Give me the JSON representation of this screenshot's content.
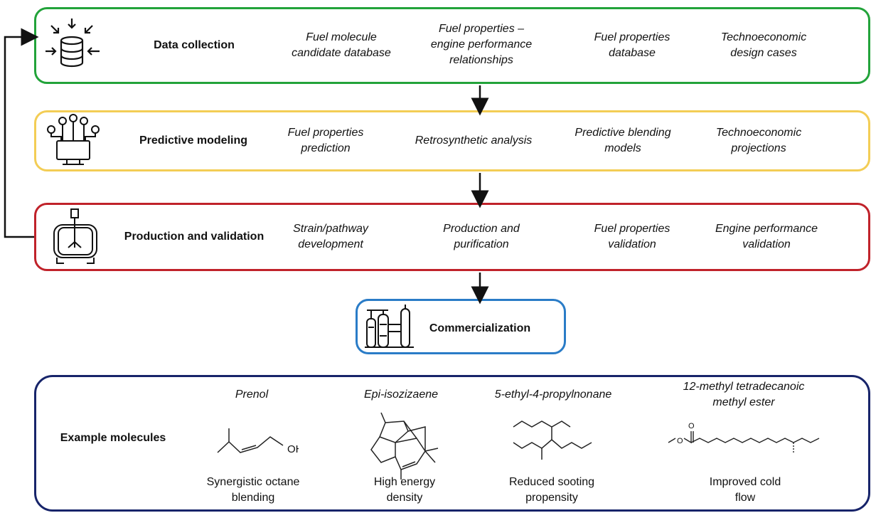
{
  "rows": {
    "data_collection": {
      "title": "Data collection",
      "items": [
        "Fuel molecule\ncandidate database",
        "Fuel properties –\nengine performance\nrelationships",
        "Fuel properties\ndatabase",
        "Technoeconomic\ndesign cases"
      ],
      "border_color": "#22a33a",
      "icon": "database-icon"
    },
    "predictive_modeling": {
      "title": "Predictive modeling",
      "items": [
        "Fuel properties\nprediction",
        "Retrosynthetic analysis",
        "Predictive blending\nmodels",
        "Technoeconomic\nprojections"
      ],
      "border_color": "#f3cd55",
      "icon": "computer-network-icon"
    },
    "production_validation": {
      "title": "Production and validation",
      "items": [
        "Strain/pathway\ndevelopment",
        "Production and\npurification",
        "Fuel properties\nvalidation",
        "Engine performance\nvalidation"
      ],
      "border_color": "#c0222a",
      "icon": "bioreactor-icon"
    }
  },
  "commercialization": {
    "title": "Commercialization",
    "border_color": "#2a7cc7",
    "icon": "refinery-icon"
  },
  "examples": {
    "title": "Example molecules",
    "border_color": "#17246a",
    "molecules": [
      {
        "name": "Prenol",
        "benefit": "Synergistic octane\nblending",
        "atom_label": "OH",
        "icon": "prenol-structure-icon"
      },
      {
        "name": "Epi-isozizaene",
        "benefit": "High energy\ndensity",
        "icon": "epi-isozizaene-structure-icon"
      },
      {
        "name": "5-ethyl-4-propylnonane",
        "benefit": "Reduced sooting\npropensity",
        "icon": "ethyl-propylnonane-structure-icon"
      },
      {
        "name": "12-methyl tetradecanoic\nmethyl ester",
        "benefit": "Improved cold\nflow",
        "atom_labels": [
          "O",
          "O"
        ],
        "icon": "methyl-ester-structure-icon"
      }
    ]
  }
}
